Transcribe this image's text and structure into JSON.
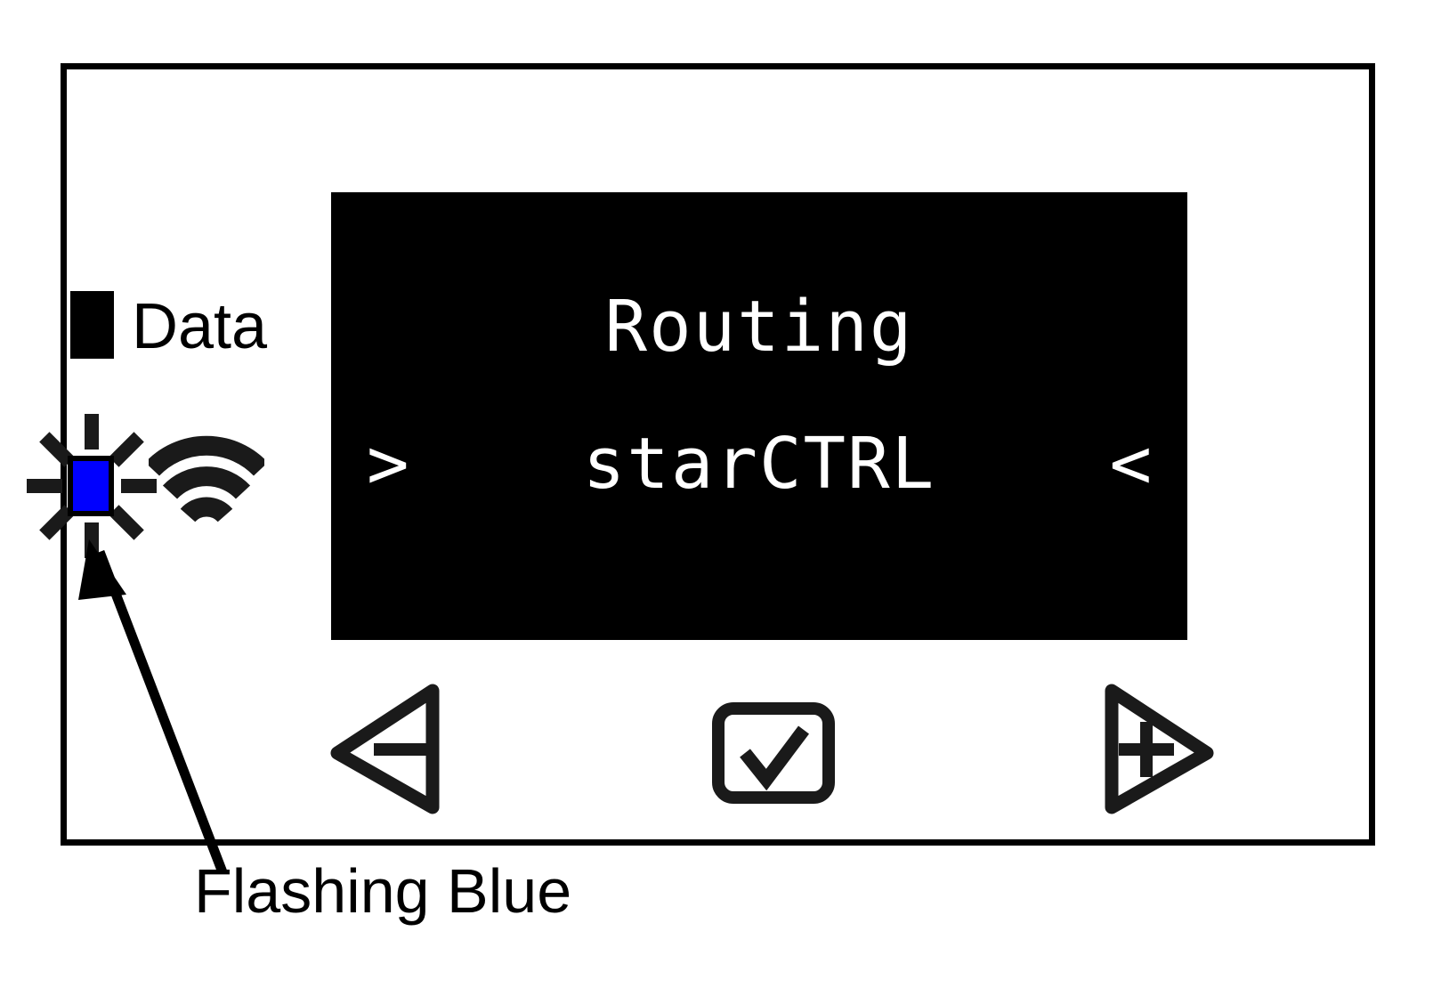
{
  "device": {
    "name": "control-panel",
    "frame_color": "#000000",
    "background_color": "#ffffff"
  },
  "indicators": [
    {
      "id": "data-led",
      "label": "Data",
      "state": "off",
      "color": "#000000",
      "icon": "square-led-icon"
    },
    {
      "id": "status-led",
      "label": "",
      "state": "flashing",
      "color": "#0000ff",
      "icon": "wifi-icon"
    }
  ],
  "display": {
    "background_color": "#000000",
    "text_color": "#ffffff",
    "title": "Routing",
    "value": "starCTRL",
    "chevron_left": ">",
    "chevron_right": "<"
  },
  "buttons": [
    {
      "id": "decrement",
      "label": "-",
      "shape": "triangle-left",
      "icon": "minus-triangle-left-icon"
    },
    {
      "id": "confirm",
      "label": "✓",
      "shape": "rounded-square",
      "icon": "check-square-icon"
    },
    {
      "id": "increment",
      "label": "+",
      "shape": "triangle-right",
      "icon": "plus-triangle-right-icon"
    }
  ],
  "annotation": {
    "callout_label": "Flashing Blue",
    "arrow": "callout-arrow-icon",
    "target": "status-led"
  }
}
